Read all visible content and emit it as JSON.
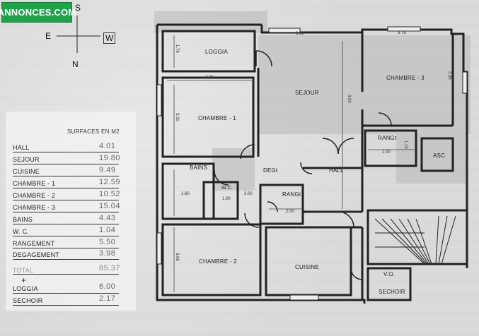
{
  "brand": {
    "name": "ANNONCES.COM",
    "color": "#1fa24a"
  },
  "compass": {
    "north": "S",
    "east": "W",
    "west": "E",
    "south": "N"
  },
  "legend": {
    "title": "SURFACES EN M2",
    "rows": [
      {
        "label": "HALL",
        "value": "4.01"
      },
      {
        "label": "SEJOUR",
        "value": "19.80"
      },
      {
        "label": "CUISINE",
        "value": "9.49"
      },
      {
        "label": "CHAMBRE - 1",
        "value": "12.59"
      },
      {
        "label": "CHAMBRE - 2",
        "value": "10.52"
      },
      {
        "label": "CHAMBRE - 3",
        "value": "15.04"
      },
      {
        "label": "BAINS",
        "value": "4.43"
      },
      {
        "label": "W. C.",
        "value": "1.04"
      },
      {
        "label": "RANGEMENT",
        "value": "5.50"
      },
      {
        "label": "DEGAGEMENT",
        "value": "3.98"
      },
      {
        "label": "TOTAL",
        "value": "85.37"
      },
      {
        "label": "LOGGIA",
        "value": "6.00"
      },
      {
        "label": "SECHOIR",
        "value": "2.17"
      }
    ],
    "plus": "+"
  },
  "rooms": {
    "loggia": "LOGGIA",
    "chambre1": "CHAMBRE - 1",
    "sejour": "SEJOUR",
    "chambre3": "CHAMBRE - 3",
    "bains": "BAINS",
    "wc": "W.C.",
    "degt": "DEGt",
    "hall": "HALL",
    "rangt1": "RANGt",
    "rangt2": "RANGt",
    "chambre2": "CHAMBRE - 2",
    "cuisine": "CUISINE",
    "asc": "ASC",
    "vo": "V.O.",
    "sechoir": "SECHOIR"
  },
  "dimensions": {
    "d1": "3.26",
    "d2": "3.28",
    "d3": "3.76",
    "d4": "2.00",
    "d5": "1.60",
    "d6": "2.00",
    "d7": "1.00",
    "d8": "3.00",
    "d9": "3.36",
    "d10": "3.00",
    "d11": "1.15",
    "d12": "1.78",
    "d13": "3.30",
    "d14": "3.86"
  }
}
